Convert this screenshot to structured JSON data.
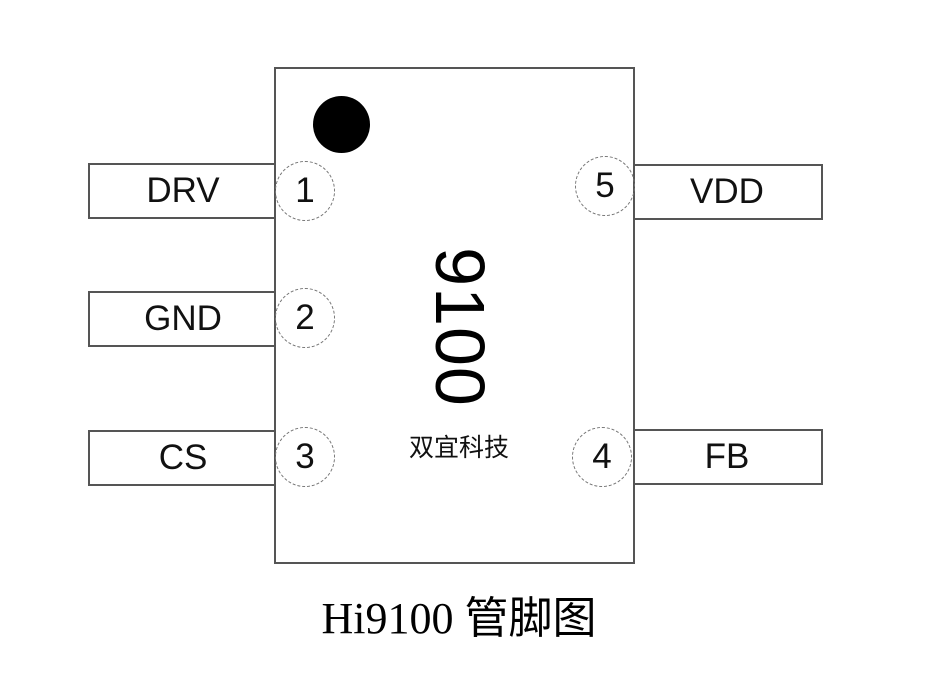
{
  "chip": {
    "part_number": "9100",
    "maker": "双宜科技"
  },
  "pins": {
    "p1": {
      "number": "1",
      "label": "DRV"
    },
    "p2": {
      "number": "2",
      "label": "GND"
    },
    "p3": {
      "number": "3",
      "label": "CS"
    },
    "p4": {
      "number": "4",
      "label": "FB"
    },
    "p5": {
      "number": "5",
      "label": "VDD"
    }
  },
  "caption": "Hi9100 管脚图",
  "colors": {
    "outline": "#555555",
    "dot": "#000000"
  }
}
